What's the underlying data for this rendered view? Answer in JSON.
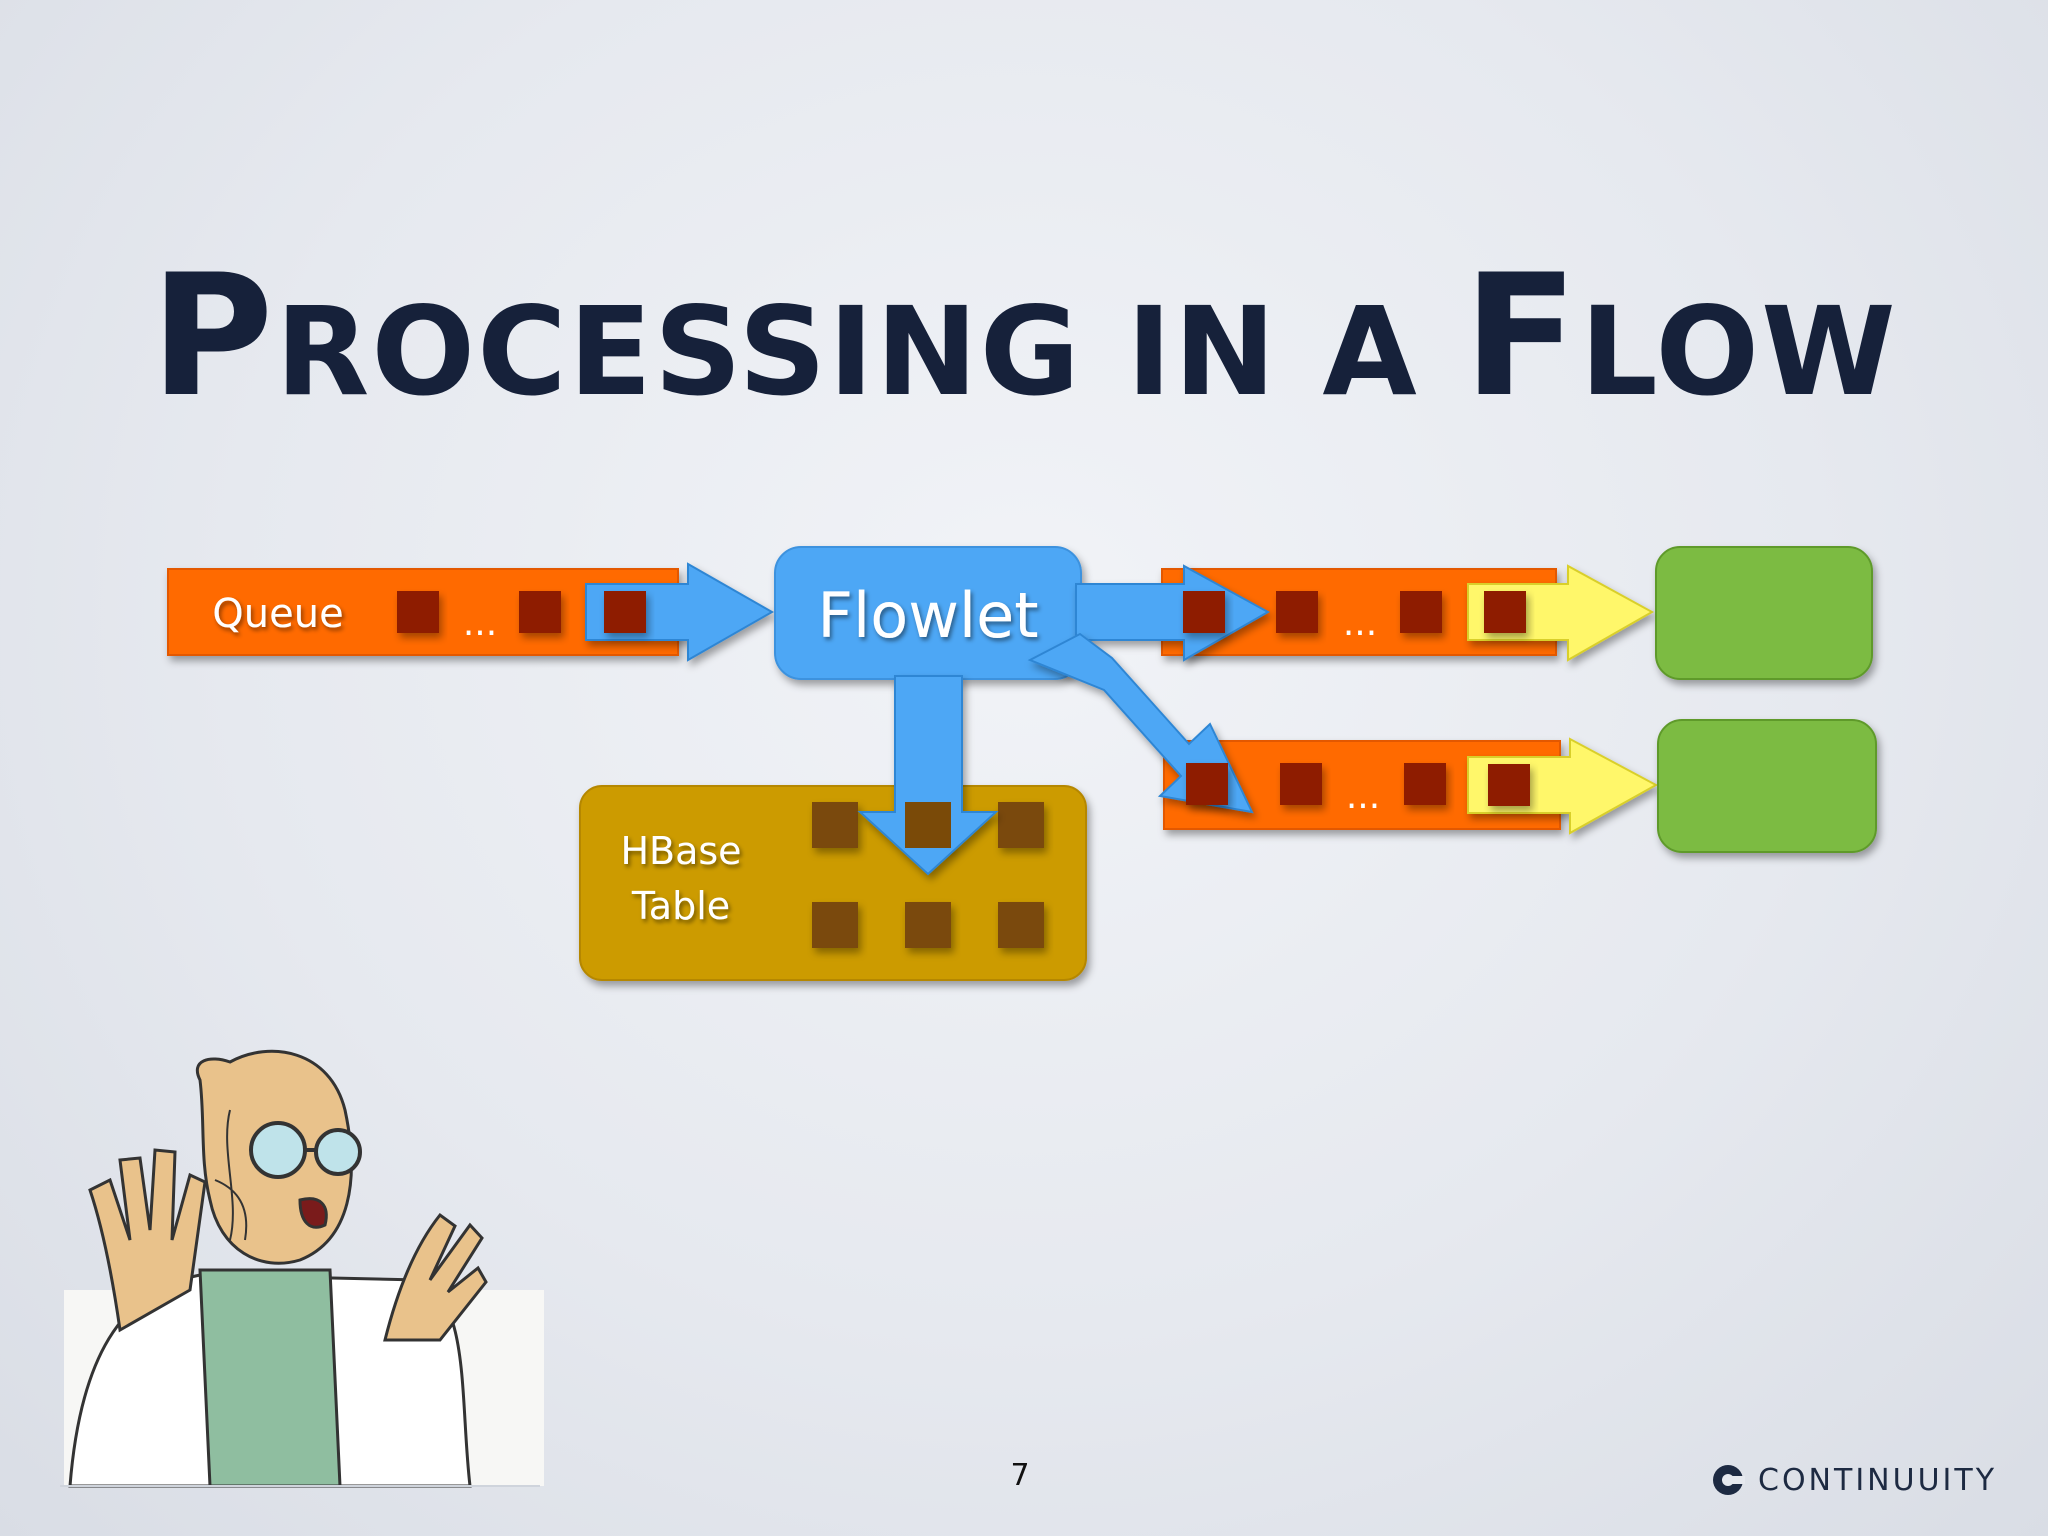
{
  "slide": {
    "title": "PROCESSING IN A FLOW",
    "page_number": "7",
    "logo_text": "CONTINUUITY"
  },
  "diagram": {
    "queue_label": "Queue",
    "flowlet_label": "Flowlet",
    "table_label_line1": "HBase",
    "table_label_line2": "Table",
    "ellipsis": "..."
  },
  "colors": {
    "queue_orange": "#ff6a00",
    "flowlet_blue": "#4ea7f5",
    "arrow_blue": "#4ea7f5",
    "item_red": "#8e1a06",
    "table_gold": "#cc9b04",
    "table_item_brown": "#7a4a08",
    "highlight_yellow": "#fff76a",
    "consumer_green": "#7bbb42",
    "title_navy": "#16213a"
  },
  "icons": {
    "logo": "continuuity-logo-icon",
    "character": "professor-illustration"
  }
}
